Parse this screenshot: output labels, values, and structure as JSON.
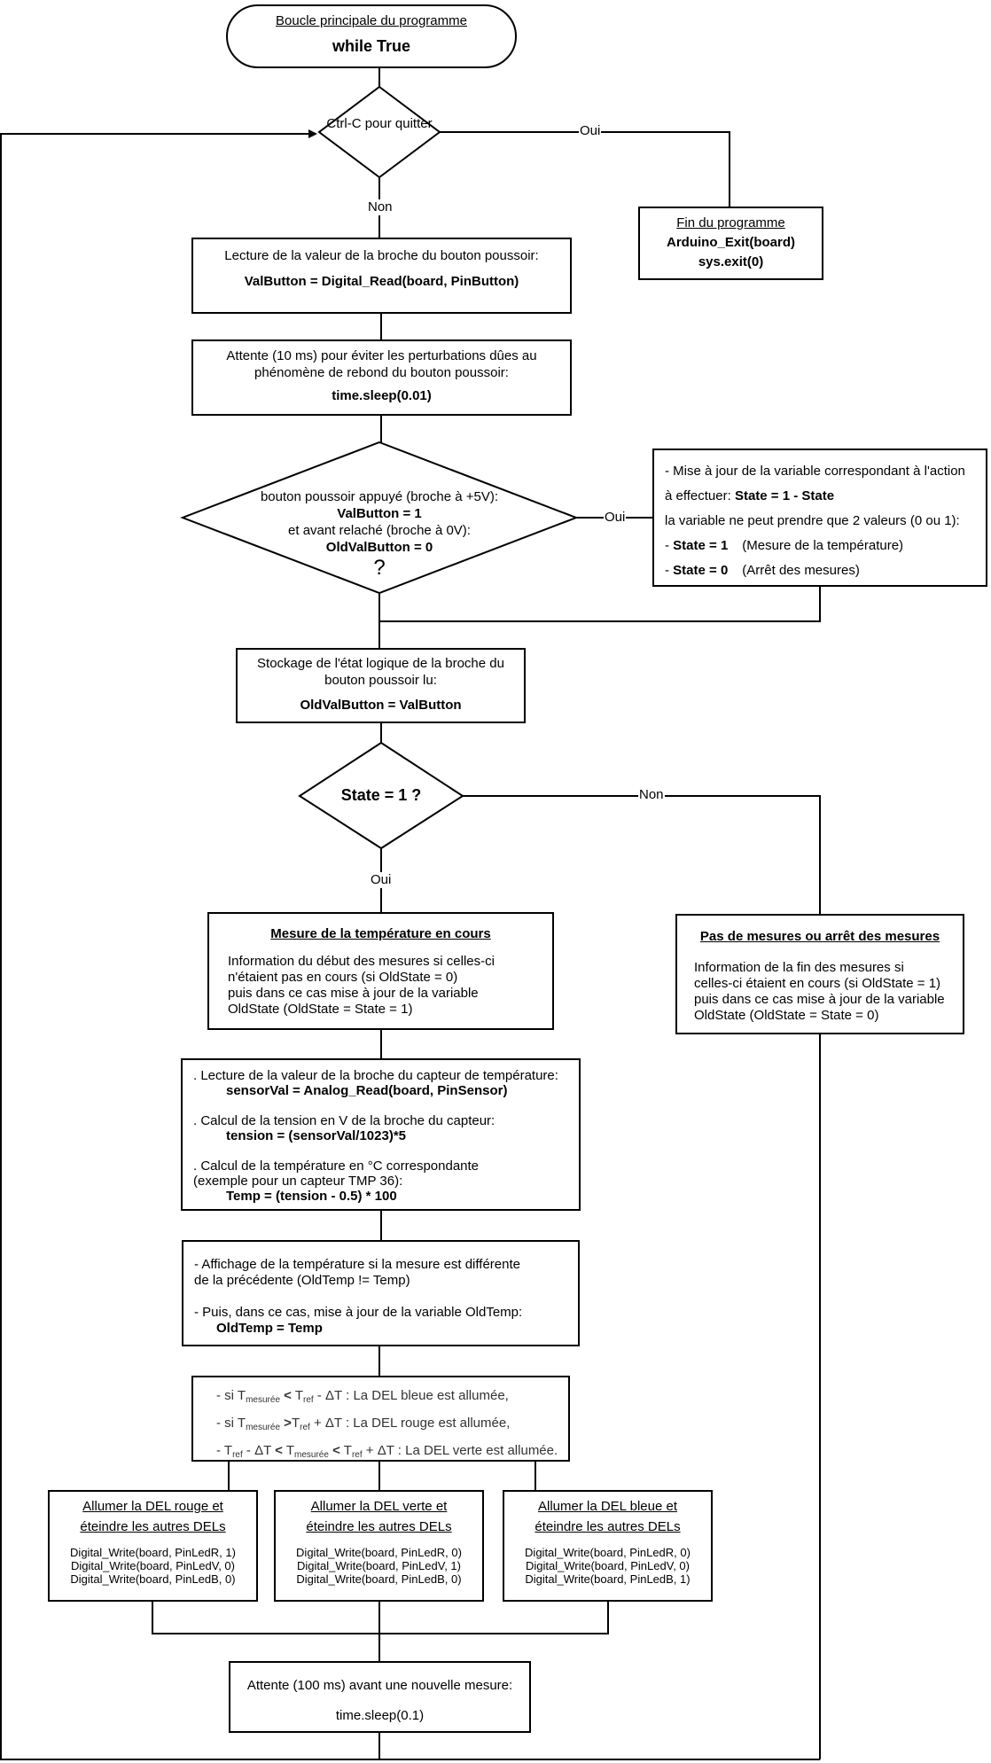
{
  "start": {
    "title": "Boucle principale du programme",
    "code": "while True"
  },
  "ctrlc": {
    "text": "Ctrl-C pour quitter",
    "yes": "Oui",
    "no": "Non"
  },
  "fin": {
    "title": "Fin du programme",
    "line1": "Arduino_Exit(board)",
    "line2": "sys.exit(0)"
  },
  "read": {
    "text": "Lecture de la valeur de la broche du bouton poussoir:",
    "code": "ValButton = Digital_Read(board, PinButton)"
  },
  "wait10": {
    "text": "Attente (10 ms) pour éviter les perturbations dûes au phénomène de rebond du bouton poussoir:",
    "code": "time.sleep(0.01)"
  },
  "pressed": {
    "line1": "bouton poussoir appuyé (broche à +5V):",
    "code1": "ValButton = 1",
    "line2": "et avant relaché (broche à 0V):",
    "code2": "OldValButton = 0",
    "q": "?",
    "yes": "Oui"
  },
  "toggle": {
    "line1": "- Mise à jour de la variable correspondant à l'action",
    "line2_pre": "à effectuer: ",
    "line2_code": "State = 1 - State",
    "line3": "la variable ne peut prendre que 2 valeurs (0 ou 1):",
    "s1_dash": "- ",
    "s1_code": "State = 1",
    "s1_desc": "(Mesure de la température)",
    "s0_dash": "- ",
    "s0_code": "State = 0",
    "s0_desc": "(Arrêt des mesures)"
  },
  "store": {
    "text": "Stockage de l'état logique de la broche du bouton poussoir lu:",
    "code": "OldValButton = ValButton"
  },
  "state": {
    "text": "State = 1 ?",
    "yes": "Oui",
    "no": "Non"
  },
  "measure": {
    "title": "Mesure de la température en cours",
    "l1": "Information du début des mesures si celles-ci",
    "l2": "n'étaient pas en cours (si OldState = 0)",
    "l3": "puis dans ce cas mise à jour de la variable",
    "l4": "OldState (OldState = State = 1)"
  },
  "nomeasure": {
    "title": "Pas de mesures ou arrêt des mesures",
    "l1": "Information de la fin des mesures si",
    "l2": "celles-ci étaient en cours (si OldState = 1)",
    "l3": "puis dans ce cas mise à jour de la variable",
    "l4": "OldState (OldState = State = 0)"
  },
  "calc": {
    "l1": ". Lecture de la valeur de la broche du capteur de température:",
    "c1": "sensorVal = Analog_Read(board, PinSensor)",
    "l2": ". Calcul de la tension en V de la broche du capteur:",
    "c2": "tension = (sensorVal/1023)*5",
    "l3": ". Calcul de la température en °C correspondante",
    "l4": "(exemple pour un capteur TMP 36):",
    "c3": "Temp = (tension - 0.5) * 100"
  },
  "display": {
    "l1": "- Affichage de la température si la mesure est différente",
    "l2": "de la précédente (OldTemp != Temp)",
    "l3": "- Puis, dans ce cas, mise à jour de la variable OldTemp:",
    "c1": "OldTemp = Temp"
  },
  "compare": {
    "si": "si",
    "T": "T",
    "mes": "mesurée",
    "ref": "ref",
    "lt": "<",
    "gt": ">",
    "minus": "- ΔT",
    "plus": "+ ΔT",
    "r1_end": ": La DEL bleue est allumée,",
    "r2_end": ": La DEL rouge est allumée,",
    "r3_end": ": La DEL verte est allumée."
  },
  "leds": [
    {
      "title1": "Allumer la DEL rouge et",
      "title2": "éteindre les autres DELs",
      "c1": "Digital_Write(board, PinLedR, 1)",
      "c2": "Digital_Write(board, PinLedV, 0)",
      "c3": "Digital_Write(board, PinLedB, 0)"
    },
    {
      "title1": "Allumer la DEL verte et",
      "title2": "éteindre les autres DELs",
      "c1": "Digital_Write(board, PinLedR, 0)",
      "c2": "Digital_Write(board, PinLedV, 1)",
      "c3": "Digital_Write(board, PinLedB, 0)"
    },
    {
      "title1": "Allumer la DEL bleue et",
      "title2": "éteindre les autres DELs",
      "c1": "Digital_Write(board, PinLedR, 0)",
      "c2": "Digital_Write(board, PinLedV, 0)",
      "c3": "Digital_Write(board, PinLedB, 1)"
    }
  ],
  "wait100": {
    "text": "Attente (100 ms) avant une nouvelle mesure:",
    "code": "time.sleep(0.1)"
  }
}
